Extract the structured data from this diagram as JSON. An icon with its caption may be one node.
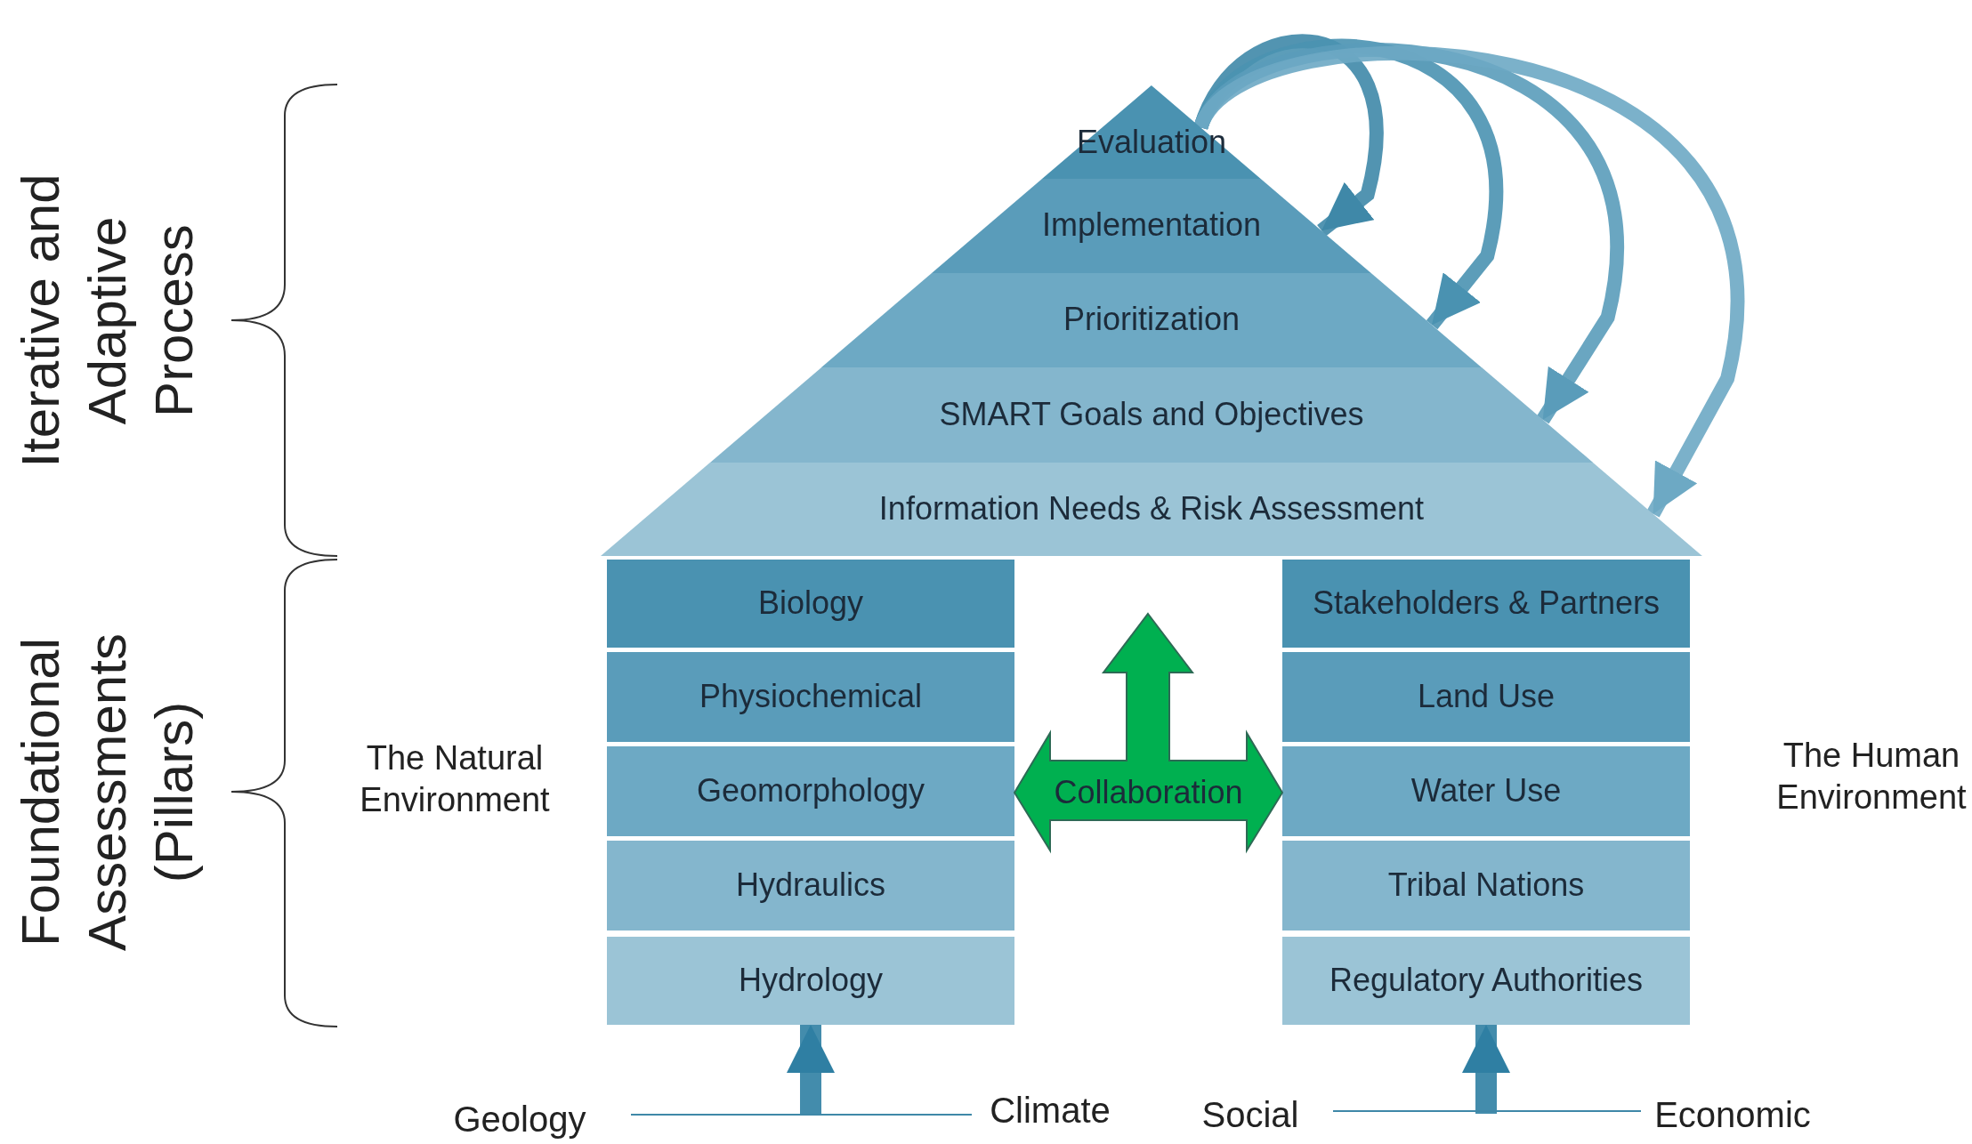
{
  "diagram": {
    "nodes": [
      {
        "text": [
          "Evaluation"
        ]
      },
      {
        "text": [
          "Implementation"
        ]
      },
      {
        "text": [
          "Prioritization"
        ]
      },
      {
        "text": [
          "SMART Goals and Objectives"
        ]
      },
      {
        "text": [
          "Information Needs & Risk Assessment"
        ]
      },
      {
        "text": [
          "Biology"
        ]
      },
      {
        "text": [
          "Physiochemical"
        ]
      },
      {
        "text": [
          "Geomorphology"
        ]
      },
      {
        "text": [
          "Hydraulics"
        ]
      },
      {
        "text": [
          "Hydrology"
        ]
      },
      {
        "text": [
          "Collaboration"
        ]
      },
      {
        "text": [
          "Stakeholders & Partners"
        ]
      },
      {
        "text": [
          "Land Use"
        ]
      },
      {
        "text": [
          "Water Use"
        ]
      },
      {
        "text": [
          "Tribal Nations"
        ]
      },
      {
        "text": [
          "Regulatory Authorities"
        ]
      }
    ],
    "edges": [
      {
        "from": 0,
        "to": 1,
        "arrow": "to"
      },
      {
        "from": 0,
        "to": 2,
        "arrow": "to"
      },
      {
        "from": 0,
        "to": 3,
        "arrow": "to"
      },
      {
        "from": 0,
        "to": 4,
        "arrow": "to"
      },
      {
        "from": null,
        "to": 9,
        "arrow": "to"
      },
      {
        "from": null,
        "to": 15,
        "arrow": "to"
      }
    ],
    "labels": [
      "Iterative and Adaptive Process",
      "Foundational Assessments (Pillars)",
      "The Natural Environment",
      "The Human Environment",
      "Geology",
      "Climate",
      "Social",
      "Economic"
    ]
  }
}
